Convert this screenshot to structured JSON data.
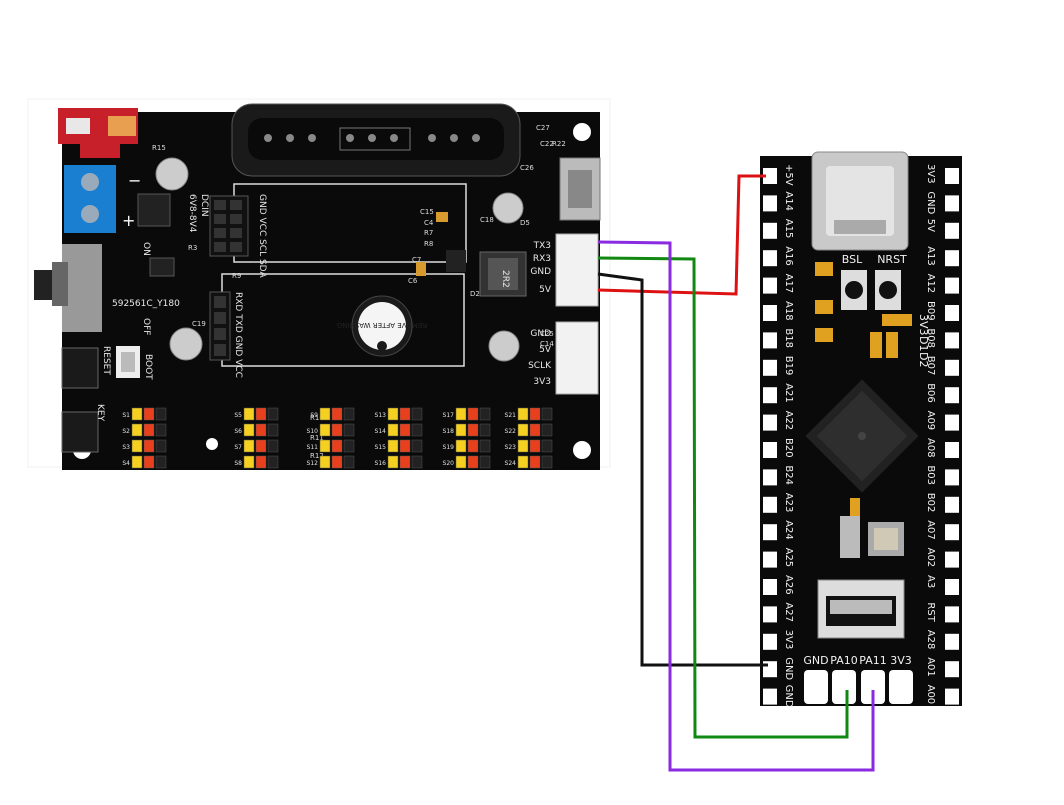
{
  "controller_board": {
    "model_label": "592561C_Y180",
    "dcin_label": "DCIN",
    "voltage_range": "6V8-8V4",
    "switch_on": "ON",
    "switch_off": "OFF",
    "reset_label": "RESET",
    "boot_label": "BOOT",
    "key_label": "KEY",
    "inductor_label": "2R2",
    "buzzer_text": "REMOVE AFTER WASHING",
    "polarity_minus": "−",
    "polarity_plus": "+",
    "i2c_header_label": "GND VCC SCL SDA",
    "uart_header_label": "RXD TXD GND VCC",
    "ps2_pins": [
      "TX3",
      "RX3",
      "GND",
      "5V"
    ],
    "aux_pins": [
      "GND",
      "5V",
      "SCLK",
      "3V3"
    ],
    "component_labels": [
      "R15",
      "C15",
      "C4",
      "R7",
      "R8",
      "C18",
      "C7",
      "C6",
      "D5",
      "D2",
      "R9",
      "C19",
      "R3",
      "C25",
      "C14",
      "C22",
      "R22",
      "C26",
      "C27",
      "R10",
      "R11",
      "R12"
    ],
    "servo_labels": [
      "S1",
      "S2",
      "S3",
      "S4",
      "S5",
      "S6",
      "S7",
      "S8",
      "S9",
      "S10",
      "S11",
      "S12",
      "S13",
      "S14",
      "S15",
      "S16",
      "S17",
      "S18",
      "S19",
      "S20",
      "S21",
      "S22",
      "S23",
      "S24"
    ]
  },
  "mcu_board": {
    "left_pins": [
      "+5V",
      "A14",
      "A15",
      "A16",
      "A17",
      "A18",
      "B18",
      "B19",
      "A21",
      "A22",
      "B20",
      "B24",
      "A23",
      "A24",
      "A25",
      "A26",
      "A27",
      "3V3",
      "GND",
      "GND"
    ],
    "right_pins": [
      "3V3",
      "GND",
      "5V",
      "A13",
      "A12",
      "B09",
      "B08",
      "B07",
      "B06",
      "A09",
      "A08",
      "B03",
      "B02",
      "A07",
      "A02",
      "A3",
      "RST",
      "A28",
      "A01",
      "A00"
    ],
    "bottom_pins": [
      "GND",
      "PA10",
      "PA11",
      "3V3"
    ],
    "button_bsl": "BSL",
    "button_nrst": "NRST",
    "jumper_labels": [
      "3V3",
      "D1",
      "D2"
    ]
  },
  "wires": {
    "colors": {
      "red": "#dd1111",
      "black": "#111111",
      "green": "#118811",
      "purple": "#8a2be2"
    },
    "connections": [
      {
        "color": "red",
        "from": "5V",
        "to": "+5V"
      },
      {
        "color": "black",
        "from": "GND",
        "to": "GND"
      },
      {
        "color": "green",
        "from": "RX3",
        "to": "PA10"
      },
      {
        "color": "purple",
        "from": "TX3",
        "to": "PA11"
      }
    ]
  }
}
